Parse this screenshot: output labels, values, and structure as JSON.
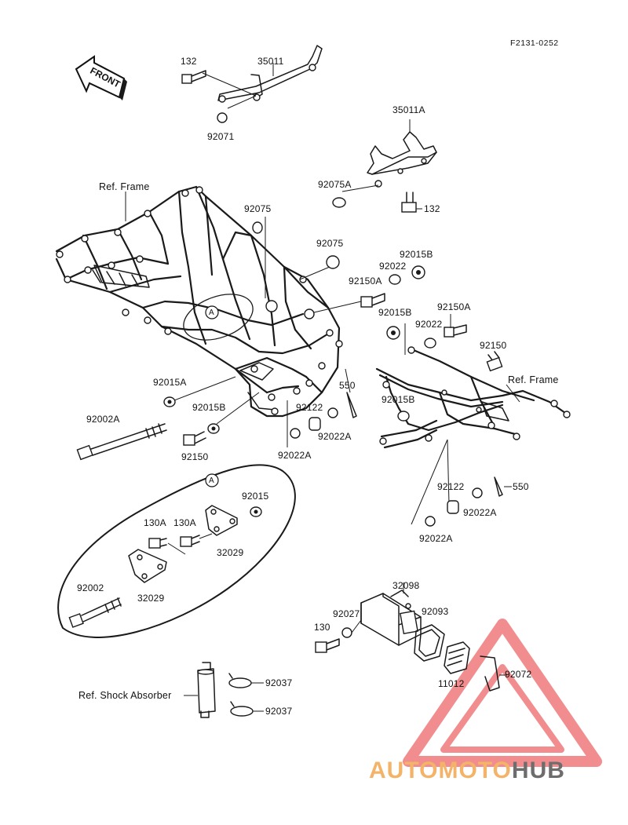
{
  "figure_code": "F2131-0252",
  "front_label": "FRONT",
  "callouts": {
    "132_top": "132",
    "35011": "35011",
    "92071": "92071",
    "35011A": "35011A",
    "92075A": "92075A",
    "132_right": "132",
    "ref_frame_left": "Ref. Frame",
    "92075_upper": "92075",
    "92075_lower": "92075",
    "92015B_top": "92015B",
    "92022_top": "92022",
    "92150A_top": "92150A",
    "92150A_right": "92150A",
    "92015B_mid": "92015B",
    "92022_mid": "92022",
    "92150_right": "92150",
    "ref_frame_right": "Ref. Frame",
    "A_marker": "A",
    "92015A": "92015A",
    "550_upper": "550",
    "92015B_left": "92015B",
    "92122_left": "92122",
    "92002A": "92002A",
    "92022A_right": "92022A",
    "92015B_lower": "92015B",
    "92150_left": "92150",
    "92022A_left": "92022A",
    "92122_lower": "92122",
    "550_lower": "550",
    "92022A_lower_right": "92022A",
    "92022A_bottom": "92022A",
    "A_detail": "A",
    "92015_detail": "92015",
    "130A_1": "130A",
    "130A_2": "130A",
    "32029_right": "32029",
    "92002": "92002",
    "32029_left": "32029",
    "32098": "32098",
    "92027": "92027",
    "92093": "92093",
    "130": "130",
    "92072": "92072",
    "11012": "11012",
    "92037_top": "92037",
    "ref_shock": "Ref. Shock Absorber",
    "92037_bottom": "92037"
  },
  "watermark": {
    "part_a": "AUTOMOTO",
    "part_b": "HUB",
    "color_a": "#f3b46a",
    "color_b": "#6d6d6d",
    "triangle_color": "#e8363a"
  }
}
